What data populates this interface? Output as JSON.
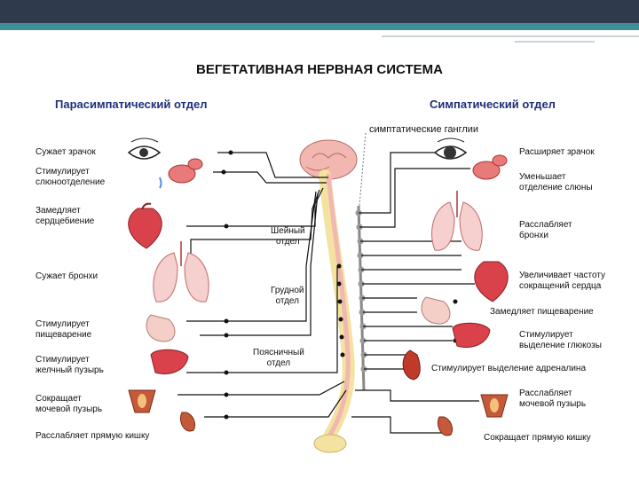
{
  "title": "ВЕГЕТАТИВНАЯ НЕРВНАЯ СИСТЕМА",
  "left_header": "Парасимпатический отдел",
  "right_header": "Симпатический отдел",
  "ganglia_label": "симптатические ганглии",
  "spine_labels": {
    "cervical": "Шейный\nотдел",
    "thoracic": "Грудной\nотдел",
    "lumbar": "Поясничный\nотдел"
  },
  "left_effects": [
    "Сужает зрачок",
    "Стимулирует\nслюноотделение",
    "Замедляет\nсердцебиение",
    "Сужает бронхи",
    "Стимулирует\nпищеварение",
    "Стимулирует\nжелчный пузырь",
    "Сокращает\nмочевой пузырь",
    "Расслабляет прямую кишку"
  ],
  "right_effects": [
    "Расширяет зрачок",
    "Уменьшает\nотделение слюны",
    "Расслабляет\nбронхи",
    "Увеличивает частоту\nсокращений сердца",
    "Замедляет пищеварение",
    "Стимулирует\nвыделение глюкозы",
    "Стимулирует выделение адреналина",
    "Расслабляет\nмочевой пузырь",
    "Сокращает прямую кишку"
  ],
  "colors": {
    "header_blue": "#1f2f7a",
    "organ_red": "#d9424a",
    "spine_pink": "#f2b7b0",
    "spine_yellow": "#f3e2a0",
    "nerve_line": "#111111"
  },
  "icons": [
    "eye-icon",
    "salivary-gland-icon",
    "heart-icon",
    "lungs-icon",
    "stomach-icon",
    "liver-icon",
    "bladder-icon",
    "rectum-icon",
    "kidney-icon",
    "brain-spine-icon"
  ]
}
